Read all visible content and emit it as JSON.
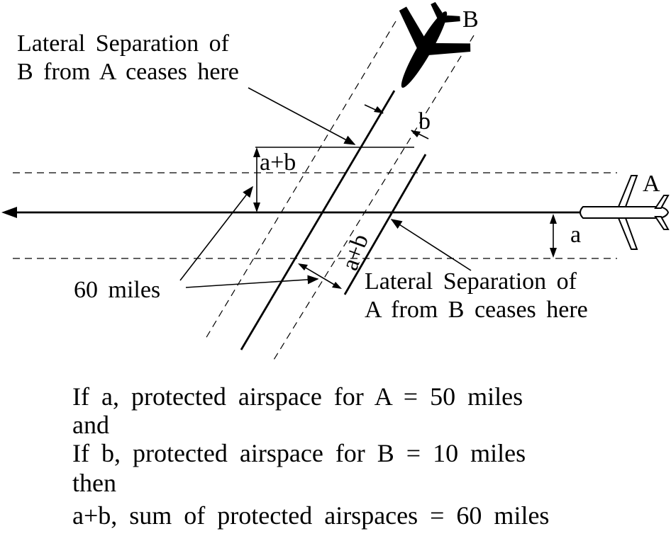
{
  "labels": {
    "aircraft_a": "A",
    "aircraft_b": "B",
    "lateral_b_from_a_line1": "Lateral Separation of",
    "lateral_b_from_a_line2": "B from A ceases here",
    "lateral_a_from_b_line1": "Lateral Separation of",
    "lateral_a_from_b_line2": "A from B ceases here",
    "dim_a": "a",
    "dim_b": "b",
    "dim_a_plus_b_vertical": "a+b",
    "dim_a_plus_b_rotated": "a+b",
    "sixty_miles": "60 miles"
  },
  "notes": [
    "If a, protected airspace for A = 50 miles",
    "and",
    "If b, protected airspace for B = 10 miles",
    "then",
    "a+b, sum of protected airspaces = 60 miles"
  ],
  "colors": {
    "ink": "#000000",
    "background": "#ffffff",
    "aircraft_a_fill": "#ffffff",
    "aircraft_b_fill": "#000000"
  },
  "icons": {
    "aircraft_a": "airliner-outline-icon",
    "aircraft_b": "airliner-solid-icon"
  }
}
